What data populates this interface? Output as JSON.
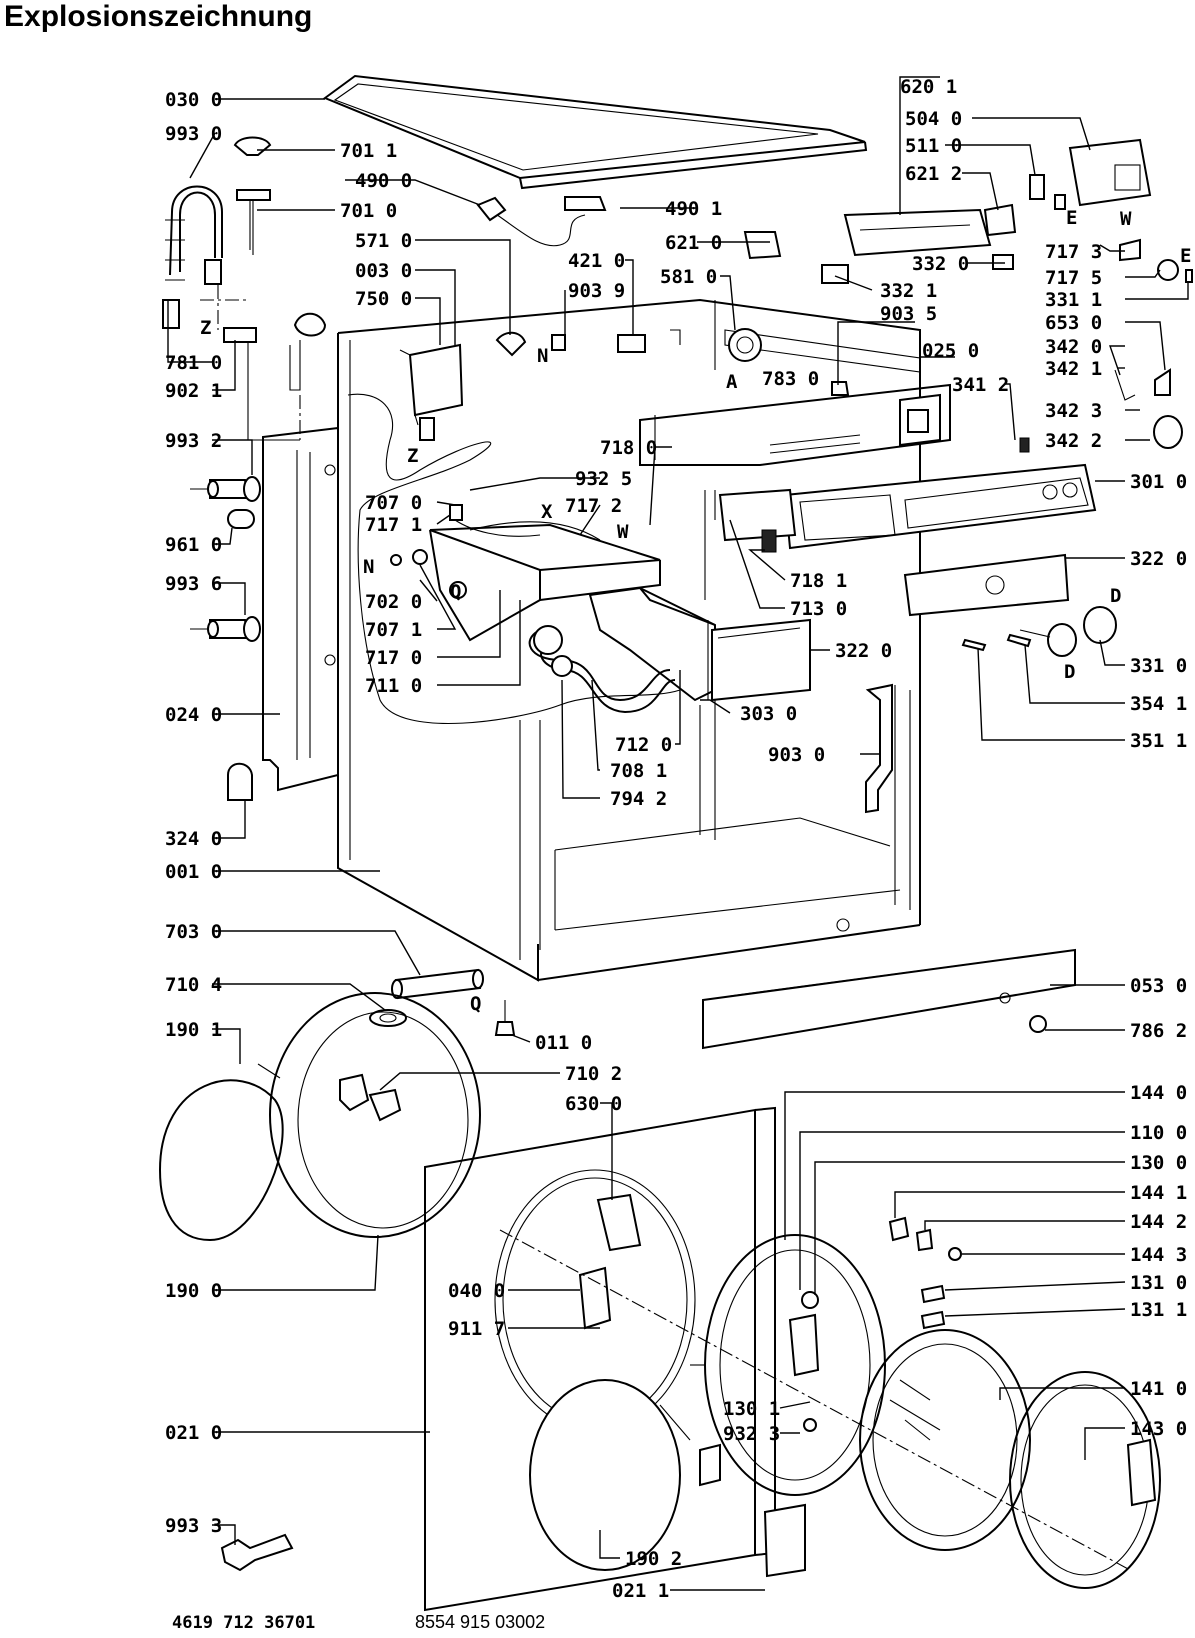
{
  "title": "Explosionszeichnung",
  "left_labels": [
    "030 0",
    "993 0",
    "781 0",
    "902 1",
    "993 2",
    "961 0",
    "993 6",
    "024 0",
    "324 0",
    "001 0",
    "703 0",
    "710 4",
    "190 1",
    "190 0",
    "021 0",
    "993 3"
  ],
  "inner_labels": [
    "701 1",
    "490 0",
    "701 0",
    "571 0",
    "003 0",
    "750 0",
    "421 0",
    "903 9",
    "581 0",
    "783 0",
    "718 0",
    "932 5",
    "717 2",
    "707 0",
    "717 1",
    "702 0",
    "707 1",
    "717 0",
    "711 0",
    "712 0",
    "708 1",
    "794 2",
    "303 0",
    "903 0",
    "718 1",
    "713 0",
    "322 0",
    "011 0",
    "710 2",
    "630 0",
    "040 0",
    "911 7",
    "130 1",
    "932 3",
    "190 2",
    "021 1",
    "490 1",
    "621 0",
    "332 0",
    "332 1",
    "903 5",
    "025 0",
    "341 2",
    "620 1",
    "504 0",
    "511 0",
    "621 2"
  ],
  "right_labels": [
    "717 3",
    "717 5",
    "331 1",
    "653 0",
    "342 0",
    "342 1",
    "342 3",
    "342 2",
    "301 0",
    "322 0",
    "331 0",
    "354 1",
    "351 1",
    "053 0",
    "786 2",
    "144 0",
    "110 0",
    "130 0",
    "144 1",
    "144 2",
    "144 3",
    "131 0",
    "131 1",
    "141 0",
    "143 0"
  ],
  "letter_marks": [
    "Z",
    "Z",
    "N",
    "N",
    "A",
    "X",
    "W",
    "W",
    "E",
    "E",
    "D",
    "D",
    "Q",
    "Q"
  ],
  "footer": {
    "drawing_number": "4619 712 36701",
    "part_number": "8554 915 03002"
  }
}
